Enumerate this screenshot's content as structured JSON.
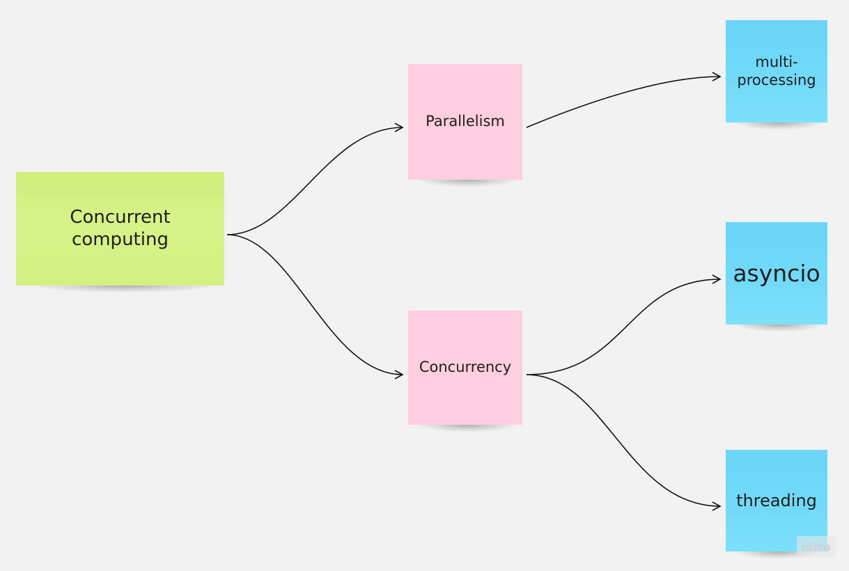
{
  "board": {
    "background": "#f2f2f2",
    "watermark_text": "miro"
  },
  "notes": {
    "concurrent_computing": {
      "label": "Concurrent\ncomputing",
      "color": "#d2f182"
    },
    "parallelism": {
      "label": "Parallelism",
      "color": "#ffcee0"
    },
    "concurrency": {
      "label": "Concurrency",
      "color": "#ffcee0"
    },
    "multiprocessing": {
      "label": "multi-\nprocessing",
      "color": "#72daf8"
    },
    "asyncio": {
      "label": "asyncio",
      "color": "#72daf8"
    },
    "threading": {
      "label": "threading",
      "color": "#72daf8"
    }
  },
  "connections": [
    {
      "from": "concurrent_computing",
      "to": "parallelism"
    },
    {
      "from": "concurrent_computing",
      "to": "concurrency"
    },
    {
      "from": "parallelism",
      "to": "multiprocessing"
    },
    {
      "from": "concurrency",
      "to": "asyncio"
    },
    {
      "from": "concurrency",
      "to": "threading"
    }
  ]
}
